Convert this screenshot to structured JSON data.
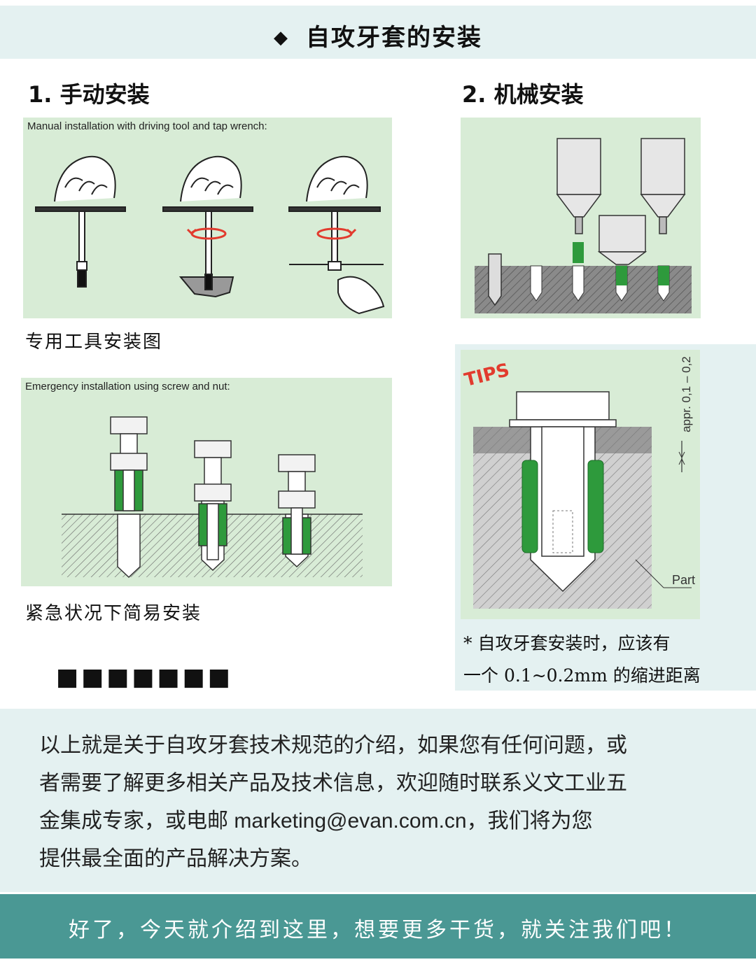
{
  "header": {
    "title": "自攻牙套的安装"
  },
  "manual": {
    "heading": "1. 手动安装",
    "panel_caption": "Manual installation with driving tool and tap wrench:",
    "caption_cn": "专用工具安装图"
  },
  "machine": {
    "heading": "2. 机械安装"
  },
  "emergency": {
    "panel_caption": "Emergency installation using screw and nut:",
    "caption_cn": "紧急状况下简易安装",
    "dots": "■■■■■■■"
  },
  "tips": {
    "badge": "TIPS",
    "dim_label": "appr. 0,1 – 0,2",
    "part_label": "Part",
    "note_line1": "* 自攻牙套安装时，应该有",
    "note_line2": "一个 0.1~0.2mm 的缩进距离"
  },
  "intro": {
    "line1": "以上就是关于自攻牙套技术规范的介绍，如果您有任何问题，或",
    "line2": "者需要了解更多相关产品及技术信息，欢迎随时联系义文工业五",
    "line3": "金集成专家，或电邮 marketing@evan.com.cn，我们将为您",
    "line4": "提供最全面的产品解决方案。"
  },
  "footer": {
    "closing": "好了，今天就介绍到这里，想要更多干货，就关注我们吧！"
  },
  "colors": {
    "band_light": "#e4f1f1",
    "band_dark": "#4a9894",
    "panel_green": "#d8ecd6",
    "insert_green": "#2e9a3c",
    "arrow_red": "#e23b2e"
  }
}
